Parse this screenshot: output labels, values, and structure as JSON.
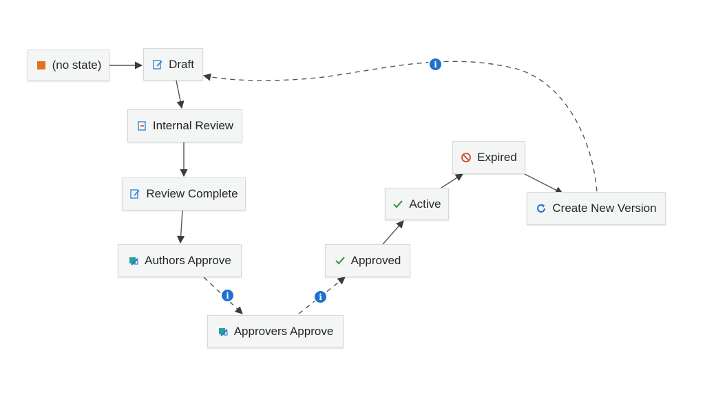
{
  "diagram": {
    "nodes": [
      {
        "id": "no-state",
        "label": "(no state)",
        "icon": "orange-square-icon"
      },
      {
        "id": "draft",
        "label": "Draft",
        "icon": "edit-document-icon"
      },
      {
        "id": "internal-review",
        "label": "Internal Review",
        "icon": "review-document-icon"
      },
      {
        "id": "review-complete",
        "label": "Review Complete",
        "icon": "edit-document-icon"
      },
      {
        "id": "authors-approve",
        "label": "Authors Approve",
        "icon": "approval-workflow-icon"
      },
      {
        "id": "approvers-approve",
        "label": "Approvers Approve",
        "icon": "approval-workflow-icon"
      },
      {
        "id": "approved",
        "label": "Approved",
        "icon": "checkmark-icon"
      },
      {
        "id": "active",
        "label": "Active",
        "icon": "checkmark-icon"
      },
      {
        "id": "expired",
        "label": "Expired",
        "icon": "prohibited-icon"
      },
      {
        "id": "create-new-version",
        "label": "Create New Version",
        "icon": "refresh-icon"
      }
    ],
    "edges": [
      {
        "from": "no-state",
        "to": "draft",
        "style": "solid"
      },
      {
        "from": "draft",
        "to": "internal-review",
        "style": "solid"
      },
      {
        "from": "internal-review",
        "to": "review-complete",
        "style": "solid"
      },
      {
        "from": "review-complete",
        "to": "authors-approve",
        "style": "solid"
      },
      {
        "from": "authors-approve",
        "to": "approvers-approve",
        "style": "dashed",
        "info": true
      },
      {
        "from": "approvers-approve",
        "to": "approved",
        "style": "dashed",
        "info": true
      },
      {
        "from": "approved",
        "to": "active",
        "style": "solid"
      },
      {
        "from": "active",
        "to": "expired",
        "style": "solid"
      },
      {
        "from": "expired",
        "to": "create-new-version",
        "style": "solid"
      },
      {
        "from": "create-new-version",
        "to": "draft",
        "style": "dashed",
        "info": true
      }
    ],
    "info_glyph": "i",
    "colors": {
      "info": "#1e6fcf",
      "check": "#3a9a4a",
      "orange": "#e5701e",
      "prohibited": "#d9432f",
      "refresh": "#1e6fcf",
      "edit": "#2f86d1",
      "approval": "#2aa198"
    }
  }
}
